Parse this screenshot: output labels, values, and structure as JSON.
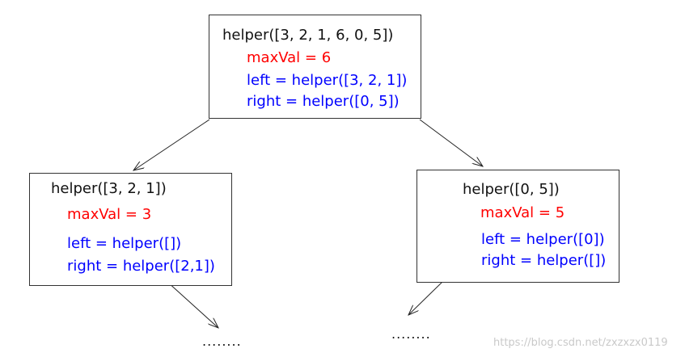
{
  "colors": {
    "call_text": "#111111",
    "max_text": "#ff0000",
    "recursion_text": "#0000ff",
    "border": "#333333"
  },
  "root": {
    "call": "helper([3, 2, 1, 6, 0, 5])",
    "max": "maxVal = 6",
    "left": "left = helper([3, 2, 1])",
    "right": "right = helper([0, 5])"
  },
  "left_node": {
    "call": "helper([3, 2, 1])",
    "max": "maxVal = 3",
    "left": "left = helper([])",
    "right": "right = helper([2,1])"
  },
  "right_node": {
    "call": "helper([0, 5])",
    "max": "maxVal = 5",
    "left": "left = helper([0])",
    "right": "right = helper([])"
  },
  "ellipsis_left": "........",
  "ellipsis_right": "........",
  "watermark": "https://blog.csdn.net/zxzxzx0119"
}
